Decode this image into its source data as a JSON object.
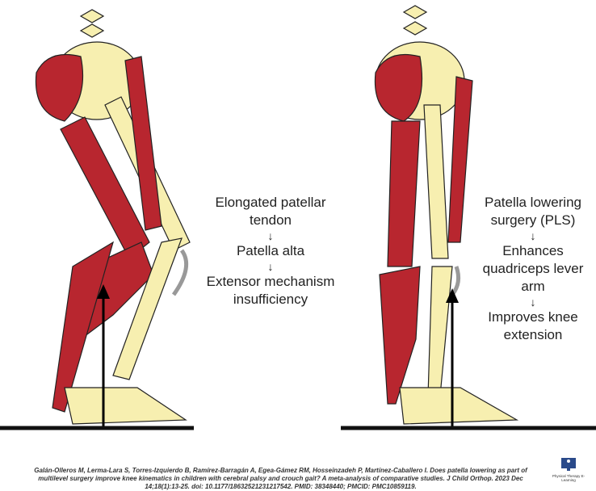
{
  "left_panel": {
    "steps": [
      "Elongated patellar tendon",
      "Patella alta",
      "Extensor mechanism insufficiency"
    ],
    "arrow": "↓"
  },
  "right_panel": {
    "steps": [
      "Patella lowering surgery (PLS)",
      "Enhances quadriceps lever arm",
      "Improves knee extension"
    ],
    "arrow": "↓"
  },
  "citation": "Galán-Olleros M, Lerma-Lara S, Torres-Izquierdo B, Ramírez-Barragán A, Egea-Gámez RM, Hosseinzadeh P, Martínez-Caballero I. Does patella lowering as part of multilevel surgery improve knee kinematics in children with cerebral palsy and crouch gait? A meta-analysis of comparative studies. J Child Orthop. 2023 Dec 14;18(1):13-25. doi: 10.1177/18632521231217542. PMID: 38348440; PMCID: PMC10859119.",
  "logo": {
    "text": "Physical Therapy E-Learning"
  },
  "colors": {
    "muscle": "#b8262f",
    "bone": "#f7efb0",
    "ground": "#111111"
  }
}
